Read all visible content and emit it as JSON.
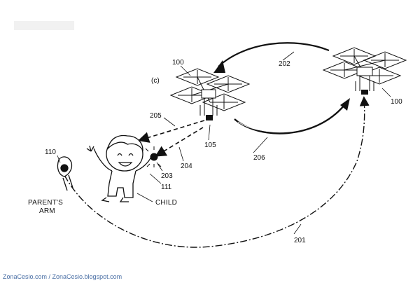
{
  "figure": {
    "panel_label": "(c)",
    "refs": {
      "drone_left": "100",
      "drone_right": "100",
      "arc_top": "202",
      "arc_bottom_right": "206",
      "dash_upper": "205",
      "dash_lower": "204",
      "camera": "105",
      "child_device": "203",
      "child_ref": "111",
      "parent_device": "110",
      "return_arc": "201"
    },
    "labels": {
      "parent_arm_line1": "PARENT'S",
      "parent_arm_line2": "ARM",
      "child": "CHILD"
    }
  },
  "credit": "ZonaCesio.com / ZonaCesio.blogspot.com"
}
